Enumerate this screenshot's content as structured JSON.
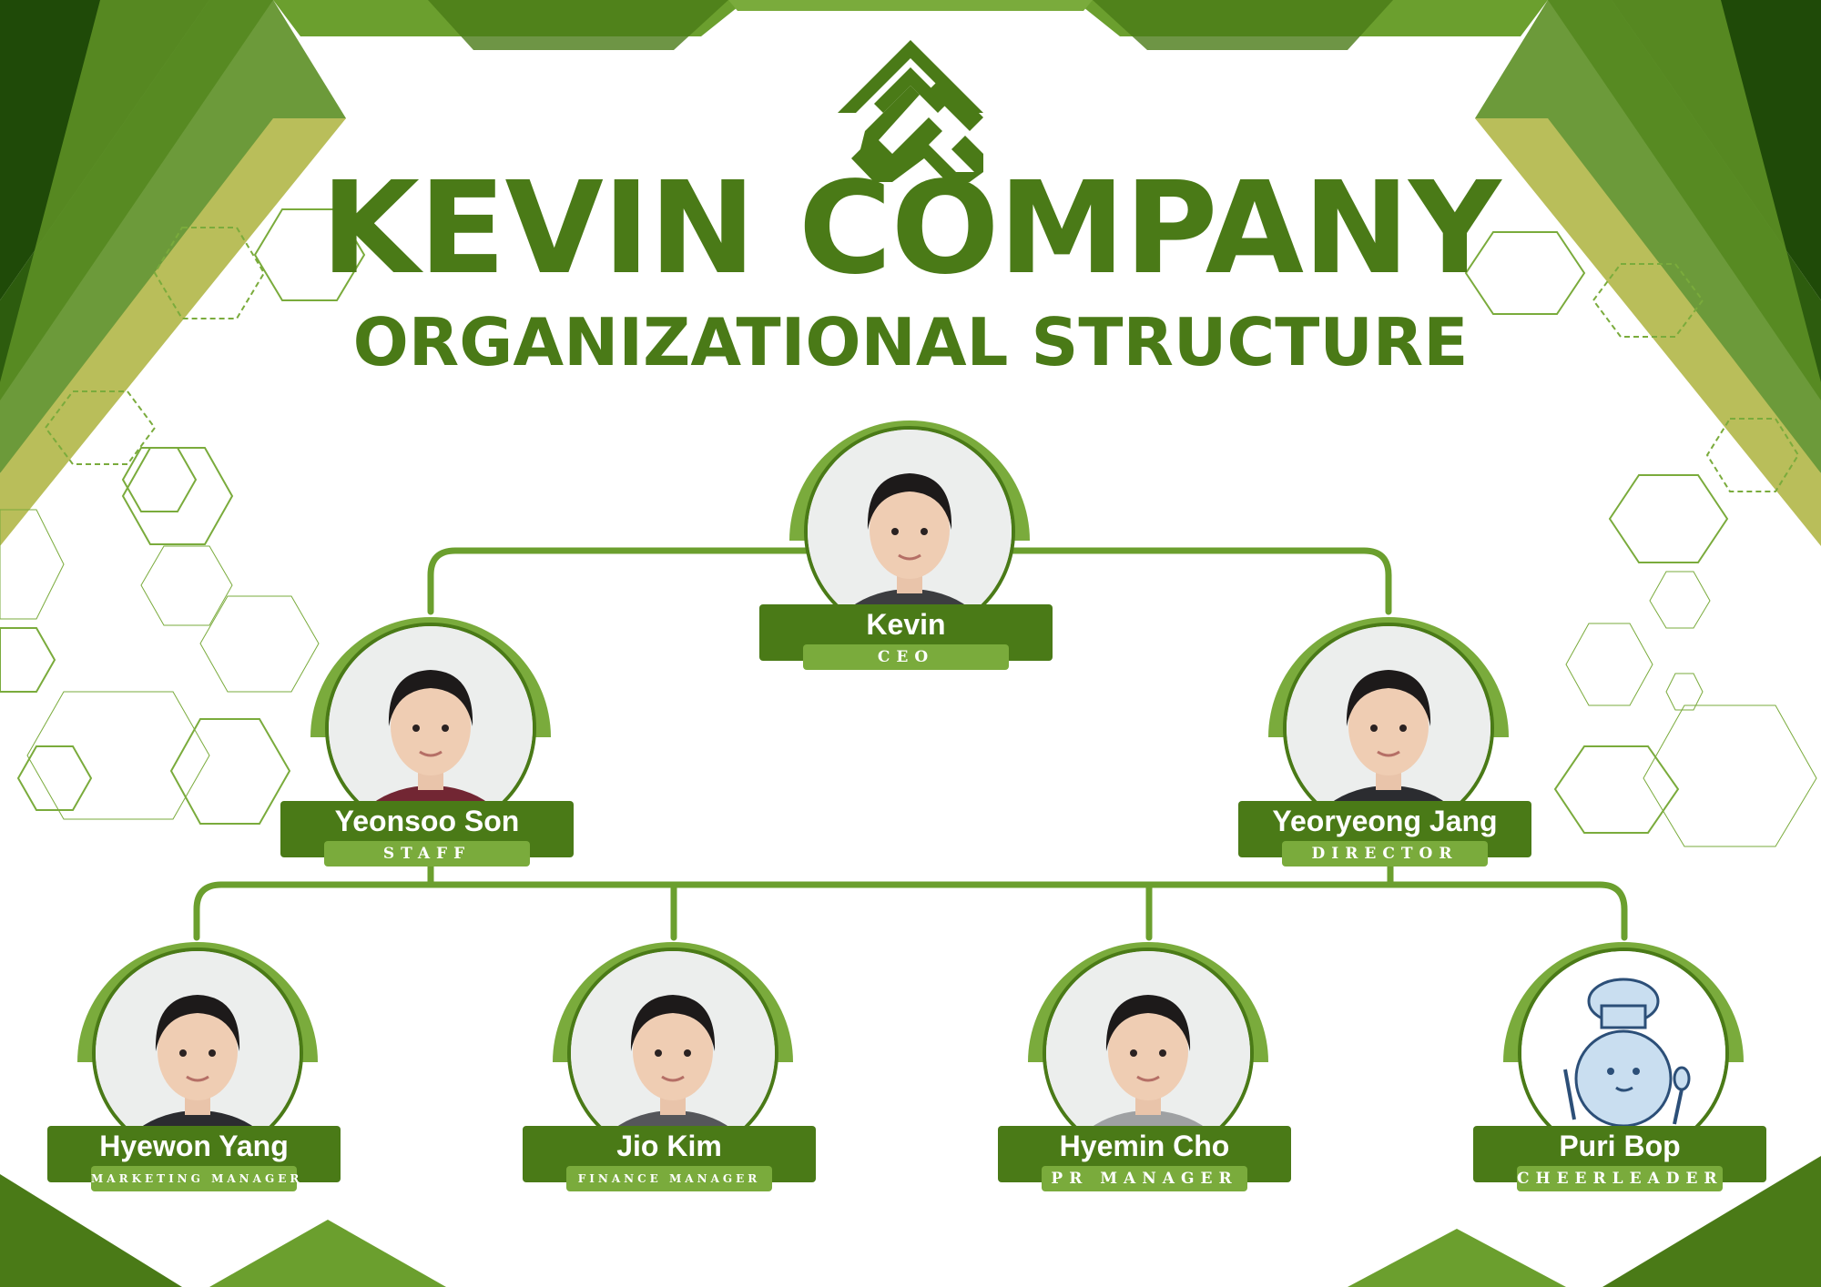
{
  "colors": {
    "dark_green": "#4a7a17",
    "mid_green": "#5c8f25",
    "light_green": "#7aab3c",
    "line_green": "#6b9f2e",
    "deep_green": "#1f4a08",
    "gold_green": "#b9be5a",
    "photo_bg": "#eceeed"
  },
  "header": {
    "logo_icon": "kevin-company-logo-icon",
    "company": "KEVIN COMPANY",
    "subtitle": "ORGANIZATIONAL STRUCTURE"
  },
  "org": {
    "ceo": {
      "name": "Kevin",
      "role": "CEO",
      "avatar": "person-photo"
    },
    "level2": [
      {
        "name": "Yeonsoo Son",
        "role": "STAFF",
        "avatar": "person-photo"
      },
      {
        "name": "Yeoryeong Jang",
        "role": "DIRECTOR",
        "avatar": "person-photo"
      }
    ],
    "level3": [
      {
        "name": "Hyewon Yang",
        "role": "MARKETING MANAGER",
        "avatar": "person-photo"
      },
      {
        "name": "Jio Kim",
        "role": "FINANCE MANAGER",
        "avatar": "person-photo"
      },
      {
        "name": "Hyemin Cho",
        "role": "PR MANAGER",
        "avatar": "person-photo"
      },
      {
        "name": "Puri Bop",
        "role": "CHEERLEADER",
        "avatar": "chef-mascot-icon"
      }
    ]
  }
}
